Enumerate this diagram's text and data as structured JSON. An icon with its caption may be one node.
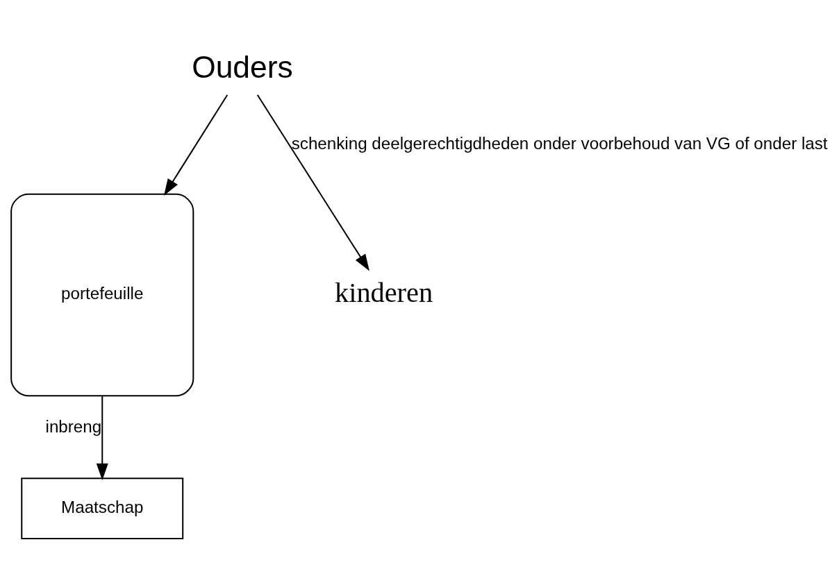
{
  "diagram": {
    "nodes": [
      {
        "text": [
          "Ouders"
        ]
      },
      {
        "text": [
          "portefeuille"
        ]
      },
      {
        "text": [
          "Maatschap"
        ]
      },
      {
        "text": [
          "kinderen"
        ]
      }
    ],
    "edges": [
      {
        "from": 0,
        "to": 1,
        "arrow": "to"
      },
      {
        "from": 1,
        "to": 2,
        "arrow": "to",
        "label": "inbreng"
      },
      {
        "from": 0,
        "to": 3,
        "arrow": "to",
        "label": "schenking deelgerechtigdheden onder voorbehoud van VG of onder last"
      }
    ]
  }
}
